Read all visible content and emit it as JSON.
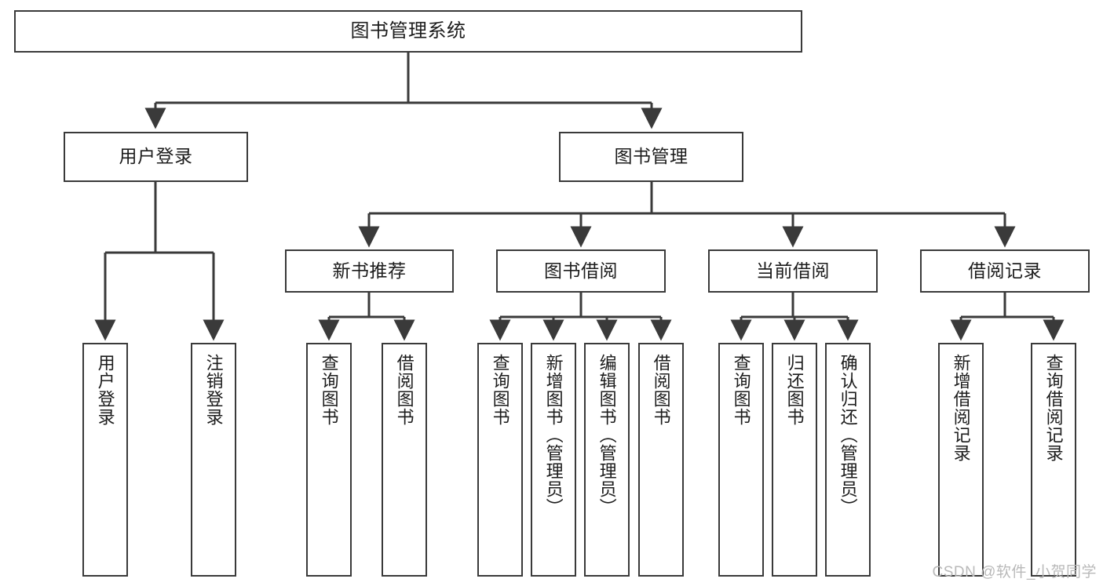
{
  "diagram": {
    "title": "图书管理系统",
    "type": "tree",
    "watermark": "CSDN @软件_小贺同学",
    "line_color": "#3a3a3a",
    "box_fill": "#ffffff",
    "text_color": "#1c1c1c"
  },
  "nodes": {
    "root": {
      "label": "图书管理系统"
    },
    "level2": [
      {
        "id": "user-login",
        "label": "用户登录"
      },
      {
        "id": "book-manage",
        "label": "图书管理"
      }
    ],
    "level3": [
      {
        "id": "new-book-recommend",
        "label": "新书推荐"
      },
      {
        "id": "book-borrow",
        "label": "图书借阅"
      },
      {
        "id": "current-borrow",
        "label": "当前借阅"
      },
      {
        "id": "borrow-record",
        "label": "借阅记录"
      }
    ],
    "leaves": {
      "user_login": [
        {
          "id": "leaf-user-login",
          "label": "用户登录"
        },
        {
          "id": "leaf-logout",
          "label": "注销登录"
        }
      ],
      "new_book_recommend": [
        {
          "id": "leaf-query-book-1",
          "label": "查询图书"
        },
        {
          "id": "leaf-borrow-book-1",
          "label": "借阅图书"
        }
      ],
      "book_borrow": [
        {
          "id": "leaf-query-book-2",
          "label": "查询图书"
        },
        {
          "id": "leaf-add-book",
          "label": "新增图书（管理员）"
        },
        {
          "id": "leaf-edit-book",
          "label": "编辑图书（管理员）"
        },
        {
          "id": "leaf-borrow-book-2",
          "label": "借阅图书"
        }
      ],
      "current_borrow": [
        {
          "id": "leaf-query-book-3",
          "label": "查询图书"
        },
        {
          "id": "leaf-return-book",
          "label": "归还图书"
        },
        {
          "id": "leaf-confirm-return",
          "label": "确认归还（管理员）"
        }
      ],
      "borrow_record": [
        {
          "id": "leaf-add-record",
          "label": "新增借阅记录"
        },
        {
          "id": "leaf-query-record",
          "label": "查询借阅记录"
        }
      ]
    }
  }
}
